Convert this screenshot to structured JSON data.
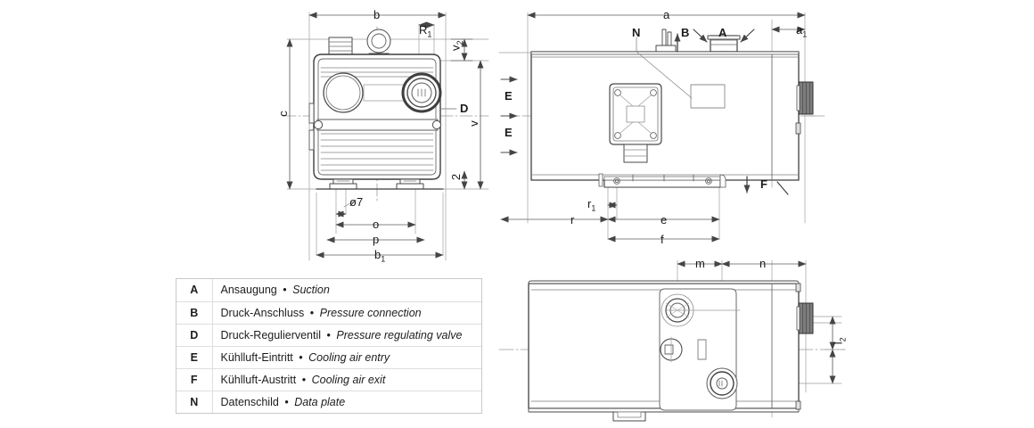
{
  "legend": {
    "name": "component-legend",
    "rows": [
      {
        "key": "A",
        "de": "Ansaugung",
        "sep": "•",
        "en": "Suction"
      },
      {
        "key": "B",
        "de": "Druck-Anschluss",
        "sep": "•",
        "en": "Pressure connection"
      },
      {
        "key": "D",
        "de": "Druck-Regulierventil",
        "sep": "•",
        "en": "Pressure regulating valve"
      },
      {
        "key": "E",
        "de": "Kühlluft-Eintritt",
        "sep": "•",
        "en": "Cooling air entry"
      },
      {
        "key": "F",
        "de": "Kühlluft-Austritt",
        "sep": "•",
        "en": "Cooling air exit"
      },
      {
        "key": "N",
        "de": "Datenschild",
        "sep": "•",
        "en": "Data plate"
      }
    ]
  },
  "views": {
    "front": {
      "title": "front-view",
      "dimensions": {
        "b": "b",
        "b1": "b",
        "b1_sub": "1",
        "c": "c",
        "v": "v",
        "v2": "v",
        "v2_sub": "2",
        "R1": "R",
        "R1_sub": "1",
        "two": "2",
        "o": "o",
        "p": "p",
        "hole": "ø7"
      },
      "callouts": {
        "D": "D"
      }
    },
    "side": {
      "title": "side-view",
      "dimensions": {
        "a": "a",
        "a1": "a",
        "a1_sub": "1",
        "r": "r",
        "r1": "r",
        "r1_sub": "1",
        "e": "e",
        "f": "f"
      },
      "callouts": {
        "N": "N",
        "B": "B",
        "A": "A",
        "E1": "E",
        "E2": "E",
        "F": "F"
      }
    },
    "top": {
      "title": "top-view",
      "dimensions": {
        "m": "m",
        "n": "n",
        "l2": "l",
        "l2_sub": "2"
      }
    }
  },
  "colors": {
    "line": "#4a4a4a",
    "line_dark": "#2b2b2b",
    "dim_line": "#8c8c8c",
    "center_line": "#9a9a9a",
    "fill": "#ffffff",
    "knob": "#6f6f6f",
    "text": "#1a1a1a",
    "table_border": "#dedede"
  }
}
